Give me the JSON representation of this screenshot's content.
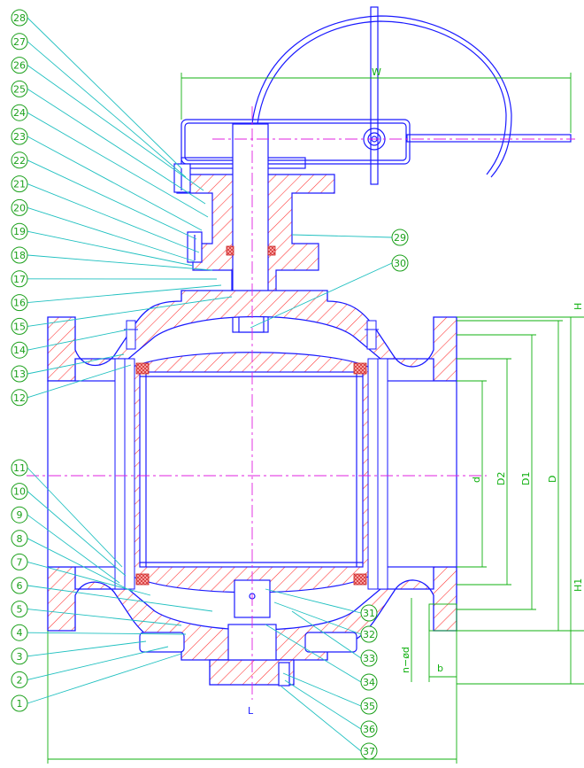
{
  "balloons_left": [
    "28",
    "27",
    "26",
    "25",
    "24",
    "23",
    "22",
    "21",
    "20",
    "19",
    "18",
    "17",
    "16",
    "15",
    "14",
    "13",
    "12",
    "11",
    "10",
    "9",
    "8",
    "7",
    "6",
    "5",
    "4",
    "3",
    "2",
    "1"
  ],
  "balloons_right": [
    "29",
    "30",
    "31",
    "32",
    "33",
    "34",
    "35",
    "36",
    "37"
  ],
  "dimensions": {
    "W": "W",
    "H": "H",
    "H1": "H1",
    "d": "d",
    "D2": "D2",
    "D1": "D1",
    "D": "D",
    "n_phi_d": "n−ød",
    "b": "b",
    "L": "L"
  },
  "colors": {
    "outline": "#1a1aff",
    "hatch": "#ff3030",
    "leader": "#20c0c0",
    "balloon": "#1aa01a",
    "centerline": "#e020e0",
    "dimension": "#10b010",
    "seal": "#cc2222"
  }
}
